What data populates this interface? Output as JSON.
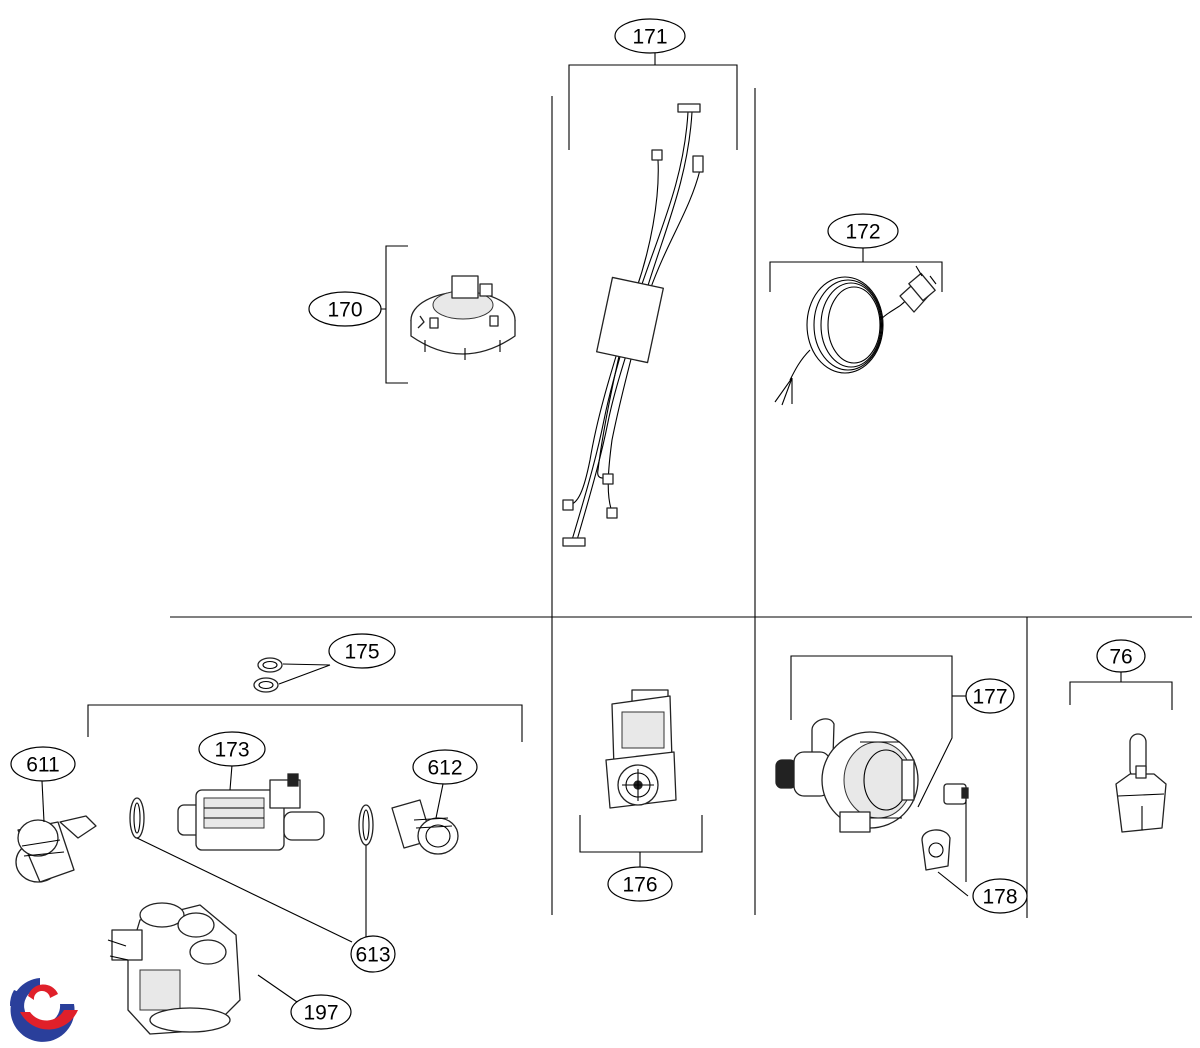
{
  "diagram": {
    "labels": {
      "l170": "170",
      "l171": "171",
      "l172": "172",
      "l173": "173",
      "l175": "175",
      "l176": "176",
      "l177": "177",
      "l178": "178",
      "l76": "76",
      "l611": "611",
      "l612": "612",
      "l613": "613",
      "l197": "197"
    },
    "logo": {
      "colors": {
        "blue": "#2a3f9b",
        "red": "#e0202a"
      }
    }
  }
}
